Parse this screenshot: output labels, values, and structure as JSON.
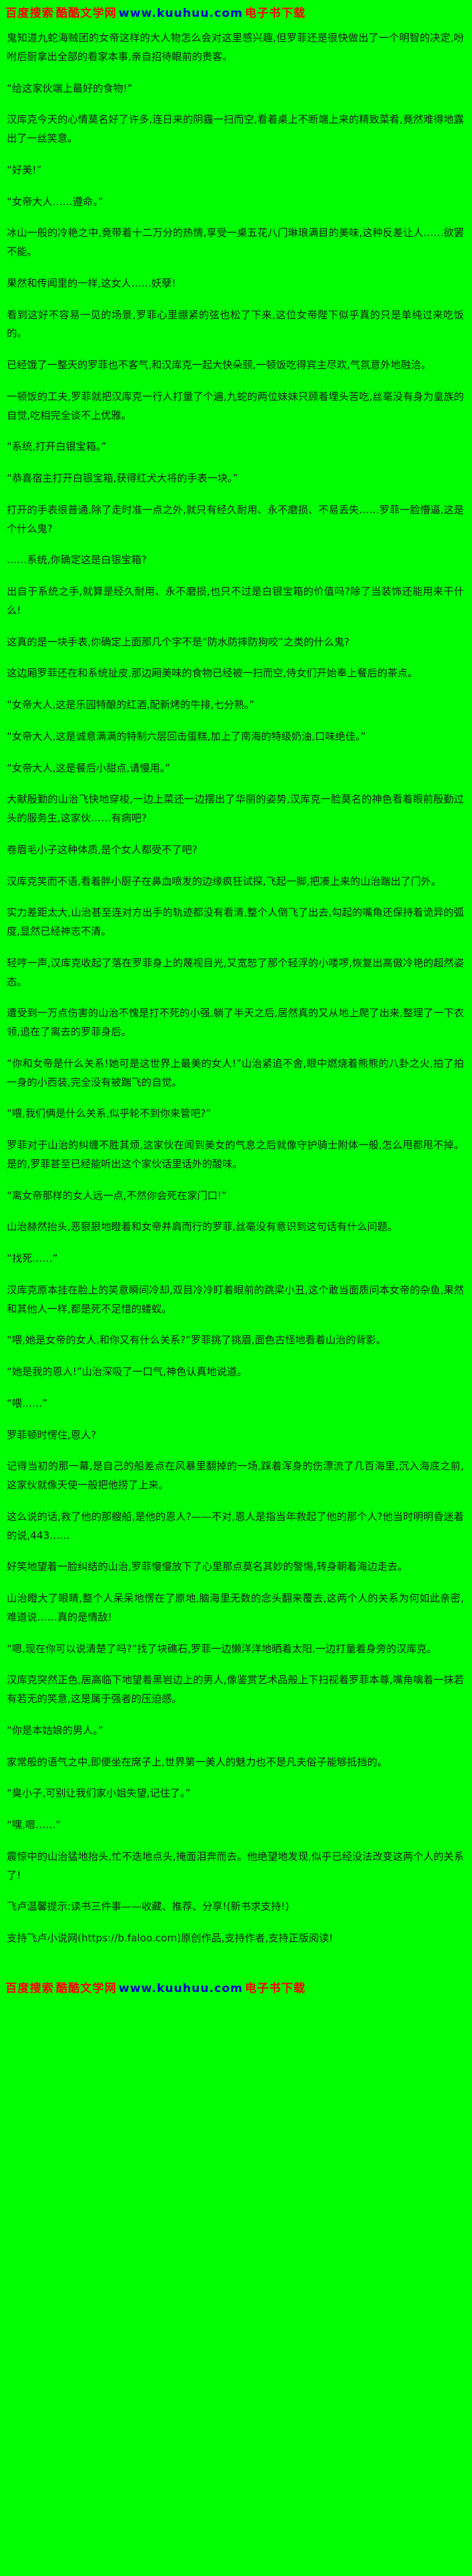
{
  "page": {
    "background_color": "#00FF00",
    "text_color": "#1C1C1C"
  },
  "banner_top": {
    "segments": [
      {
        "text": "百度搜索",
        "color": "#FF0000",
        "name": "banner-brand-baidu",
        "interactable": false
      },
      {
        "text": "酷酷文学网",
        "color": "#FF0000",
        "name": "banner-site-name",
        "interactable": false
      },
      {
        "text": "www.kuuhuu.com",
        "color": "#0000CC",
        "name": "banner-site-url",
        "interactable": true
      },
      {
        "text": "电子书下载",
        "color": "#FF0000",
        "name": "banner-ebook-download",
        "interactable": false
      }
    ]
  },
  "banner_bottom": {
    "segments": [
      {
        "text": "百度搜索",
        "color": "#FF0000",
        "name": "banner-brand-baidu",
        "interactable": false
      },
      {
        "text": "酷酷文学网",
        "color": "#FF0000",
        "name": "banner-site-name",
        "interactable": false
      },
      {
        "text": "www.kuuhuu.com",
        "color": "#0000CC",
        "name": "banner-site-url",
        "interactable": true
      },
      {
        "text": "电子书下载",
        "color": "#FF0000",
        "name": "banner-ebook-download",
        "interactable": false
      }
    ]
  },
  "novel": {
    "paragraphs": [
      "鬼知道九蛇海贼团的女帝这样的大人物怎么会对这里感兴趣,但罗菲还是很快做出了一个明智的决定,吩咐后厨拿出全部的看家本事,亲自招待眼前的贵客。",
      "“给这家伙端上最好的食物!”",
      "汉库克今天的心情莫名好了许多,连日来的阴霾一扫而空,看着桌上不断端上来的精致菜肴,竟然难得地露出了一丝笑意。",
      "“好美!”",
      "“女帝大人……遵命。”",
      "冰山一般的冷艳之中,竟带着十二万分的热情,享受一桌五花八门琳琅满目的美味,这种反差让人……欲罢不能。",
      "果然和传闻里的一样,这女人……妖孽!",
      "看到这好不容易一见的场景,罗菲心里绷紧的弦也松了下来,这位女帝陛下似乎真的只是单纯过来吃饭的。",
      "已经饿了一整天的罗菲也不客气,和汉库克一起大快朵颐,一顿饭吃得宾主尽欢,气氛意外地融洽。",
      "一顿饭的工夫,罗菲就把汉库克一行人打量了个遍,九蛇的两位妹妹只顾着埋头苦吃,丝毫没有身为皇族的自觉,吃相完全谈不上优雅。",
      "“系统,打开白银宝箱。”",
      "“恭喜宿主打开白银宝箱,获得红犬大将的手表一块。”",
      "打开的手表很普通,除了走时准一点之外,就只有经久耐用、永不磨损、不易丢失……罗菲一脸懵逼,这是个什么鬼?",
      "……系统,你确定这是白银宝箱?",
      "出自于系统之手,就算是经久耐用、永不磨损,也只不过是白银宝箱的价值吗?除了当装饰还能用来干什么!",
      "这真的是一块手表,你确定上面那几个字不是“防水防摔防狗咬”之类的什么鬼?",
      "这边厢罗菲还在和系统扯皮,那边厢美味的食物已经被一扫而空,侍女们开始奉上餐后的茶点。",
      "“女帝大人,这是乐园特酿的红酒,配新烤的牛排,七分熟。”",
      "“女帝大人,这是诚意满满的特制六层回击蛋糕,加上了南海的特级奶油,口味绝佳。”",
      "“女帝大人,这是餐后小甜点,请慢用。”",
      "大献殷勤的山治飞快地穿梭,一边上菜还一边摆出了华丽的姿势,汉库克一脸莫名的神色看着眼前殷勤过头的服务生,这家伙……有病吧?",
      "卷眉毛小子这种体质,是个女人都受不了吧?",
      "汉库克笑而不语,看着胖小厨子在鼻血喷发的边缘疯狂试探,飞起一脚,把凑上来的山治踹出了门外。",
      "实力差距太大,山治甚至连对方出手的轨迹都没有看清,整个人倒飞了出去,勾起的嘴角还保持着诡异的弧度,显然已经神志不清。",
      "轻哼一声,汉库克收起了落在罗菲身上的蔑视目光,又宽恕了那个轻浮的小喽啰,恢复出高傲冷艳的超然姿态。",
      "遭受到一万点伤害的山治不愧是打不死的小强,躺了半天之后,居然真的又从地上爬了出来,整理了一下衣领,追在了离去的罗菲身后。",
      "“你和女帝是什么关系!她可是这世界上最美的女人!”山治紧追不舍,眼中燃烧着熊熊的八卦之火,拍了拍一身的小西装,完全没有被踹飞的自觉。",
      "“喂,我们俩是什么关系,似乎轮不到你来管吧?”",
      "罗菲对于山治的纠缠不胜其烦,这家伙在闻到美女的气息之后就像守护骑士附体一般,怎么甩都甩不掉。是的,罗菲甚至已经能听出这个家伙话里话外的酸味。",
      "“离女帝那样的女人远一点,不然你会死在家门口!”",
      "山治赫然抬头,恶狠狠地瞪着和女帝并肩而行的罗菲,丝毫没有意识到这句话有什么问题。",
      "“找死……”",
      "汉库克原本挂在脸上的笑意瞬间冷却,双目冷冷盯着眼前的跳梁小丑,这个敢当面质问本女帝的杂鱼,果然和其他人一样,都是死不足惜的蝼蚁。",
      "“喂,她是女帝的女人,和你又有什么关系?”罗菲挑了挑眉,面色古怪地看着山治的背影。",
      "“她是我的恩人!”山治深吸了一口气,神色认真地说道。",
      "“喂……”",
      "罗菲顿时愣住,恩人?",
      "记得当初的那一幕,是自己的船差点在风暴里翻掉的一场,踩着浑身的伤漂流了几百海里,沉入海底之前,这家伙就像天使一般把他捞了上来。",
      "这么说的话,救了他的那艘船,是他的恩人?——不对,恩人是指当年救起了他的那个人?他当时明明昏迷着的说,443……",
      "好笑地望着一脸纠结的山治,罗菲慢慢放下了心里那点莫名其妙的警惕,转身朝着海边走去。",
      "山治瞪大了眼睛,整个人呆呆地愣在了原地,脑海里无数的念头翻来覆去,这两个人的关系为何如此亲密,难道说……真的是情敌!",
      "“嗯,现在你可以说清楚了吗?”找了块礁石,罗菲一边懒洋洋地晒着太阳,一边打量着身旁的汉库克。",
      "汉库克突然正色,居高临下地望着黑岩边上的男人,像鉴赏艺术品般上下扫视着罗菲本尊,嘴角噙着一抹若有若无的笑意,这是属于强者的压迫感。",
      "“你是本姑娘的男人。”",
      "家常般的语气之中,即便坐在席子上,世界第一美人的魅力也不是凡夫俗子能够抵挡的。",
      "“臭小子,可别让我们家小姐失望,记住了。”",
      "“嘿,嗯……”",
      "震惊中的山治猛地抬头,忙不迭地点头,掩面泪奔而去。他绝望地发现,似乎已经没法改变这两个人的关系了!",
      "飞卢温馨提示:读书三件事——收藏、推荐、分享!(新书求支持!)",
      "支持飞卢小说网(https://b.faloo.com)原创作品,支持作者,支持正版阅读!"
    ]
  }
}
